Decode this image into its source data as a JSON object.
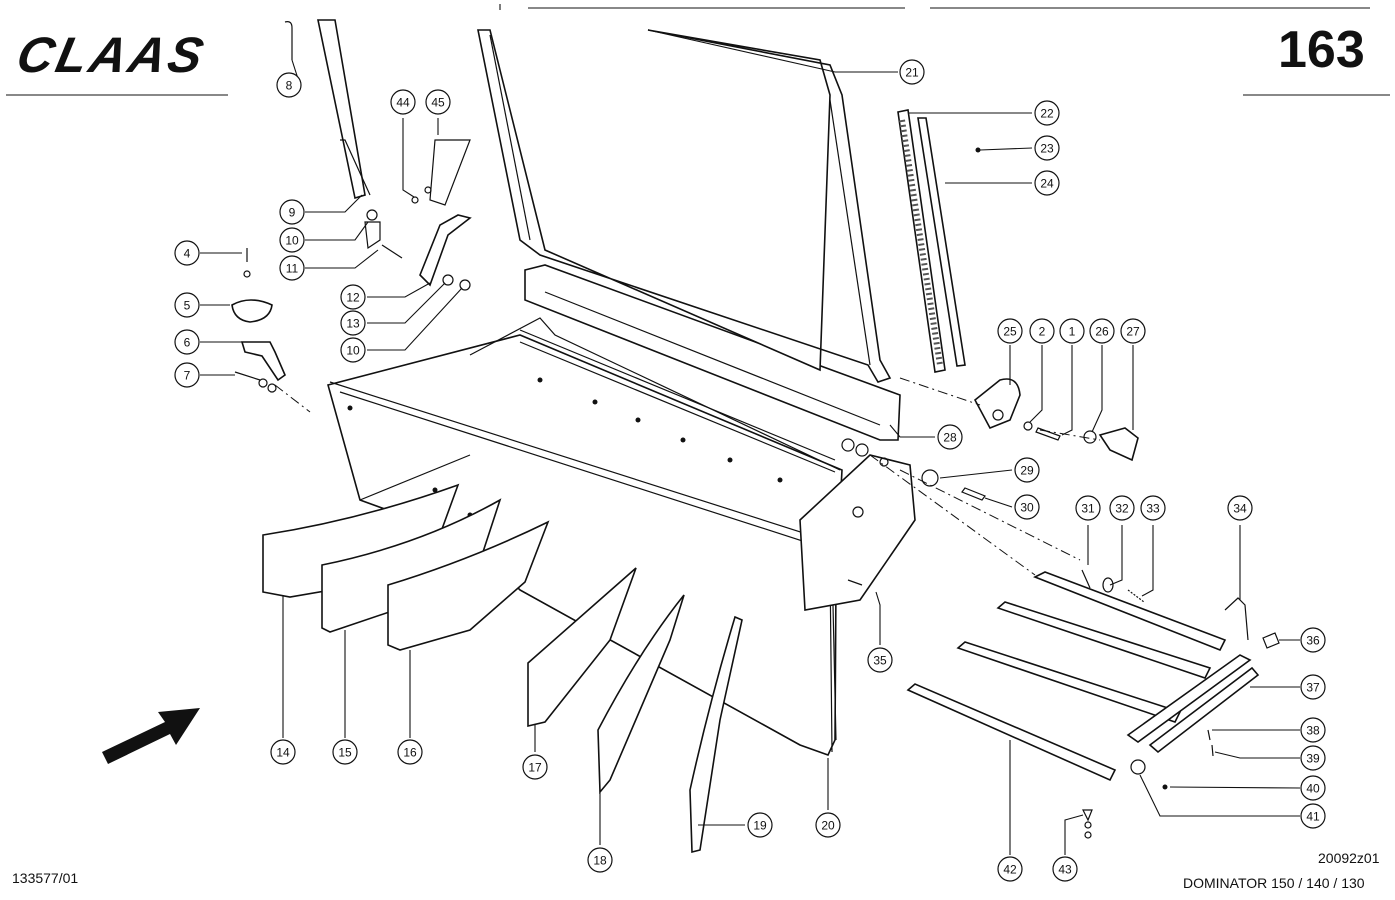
{
  "header": {
    "brand": "CLAAS",
    "page_number": "163"
  },
  "footer": {
    "left_code": "133577/01",
    "right_code": "20092z01",
    "model": "DOMINATOR 150 / 140 / 130"
  },
  "callouts": [
    {
      "id": "c8",
      "label": "8"
    },
    {
      "id": "c9",
      "label": "9"
    },
    {
      "id": "c10a",
      "label": "10"
    },
    {
      "id": "c11",
      "label": "11"
    },
    {
      "id": "c44",
      "label": "44"
    },
    {
      "id": "c45",
      "label": "45"
    },
    {
      "id": "c4",
      "label": "4"
    },
    {
      "id": "c5",
      "label": "5"
    },
    {
      "id": "c6",
      "label": "6"
    },
    {
      "id": "c7",
      "label": "7"
    },
    {
      "id": "c12",
      "label": "12"
    },
    {
      "id": "c13",
      "label": "13"
    },
    {
      "id": "c10b",
      "label": "10"
    },
    {
      "id": "c21",
      "label": "21"
    },
    {
      "id": "c22",
      "label": "22"
    },
    {
      "id": "c23",
      "label": "23"
    },
    {
      "id": "c24",
      "label": "24"
    },
    {
      "id": "c25",
      "label": "25"
    },
    {
      "id": "c2",
      "label": "2"
    },
    {
      "id": "c1",
      "label": "1"
    },
    {
      "id": "c26",
      "label": "26"
    },
    {
      "id": "c27",
      "label": "27"
    },
    {
      "id": "c28",
      "label": "28"
    },
    {
      "id": "c29",
      "label": "29"
    },
    {
      "id": "c30",
      "label": "30"
    },
    {
      "id": "c31",
      "label": "31"
    },
    {
      "id": "c32",
      "label": "32"
    },
    {
      "id": "c33",
      "label": "33"
    },
    {
      "id": "c34",
      "label": "34"
    },
    {
      "id": "c36",
      "label": "36"
    },
    {
      "id": "c37",
      "label": "37"
    },
    {
      "id": "c38",
      "label": "38"
    },
    {
      "id": "c39",
      "label": "39"
    },
    {
      "id": "c40",
      "label": "40"
    },
    {
      "id": "c41",
      "label": "41"
    },
    {
      "id": "c35",
      "label": "35"
    },
    {
      "id": "c14",
      "label": "14"
    },
    {
      "id": "c15",
      "label": "15"
    },
    {
      "id": "c16",
      "label": "16"
    },
    {
      "id": "c17",
      "label": "17"
    },
    {
      "id": "c18",
      "label": "18"
    },
    {
      "id": "c19",
      "label": "19"
    },
    {
      "id": "c20",
      "label": "20"
    },
    {
      "id": "c42",
      "label": "42"
    },
    {
      "id": "c43",
      "label": "43"
    }
  ]
}
